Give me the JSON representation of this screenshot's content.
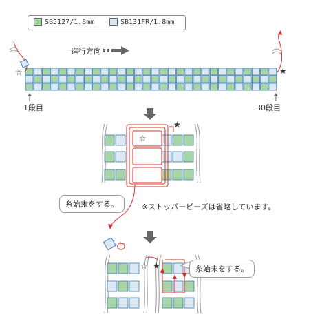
{
  "legend": {
    "items": [
      {
        "label": "SB5127/1.8mm",
        "color": "#a9d4a6"
      },
      {
        "label": "SB131FR/1.8mm",
        "color": "#dde9f2"
      }
    ]
  },
  "labels": {
    "direction": "進行方向",
    "first_row": "1段目",
    "last_row": "30段目",
    "note": "※ストッパービーズは省略しています。",
    "bubble1": "糸始末をする。",
    "bubble2": "糸始末をする。",
    "star_open": "☆",
    "star_filled": "★"
  },
  "colors": {
    "green_bead": "#a9d4a6",
    "clear_bead": "#dde9f2",
    "thread": "#d9302b",
    "arrow": "#666666"
  }
}
